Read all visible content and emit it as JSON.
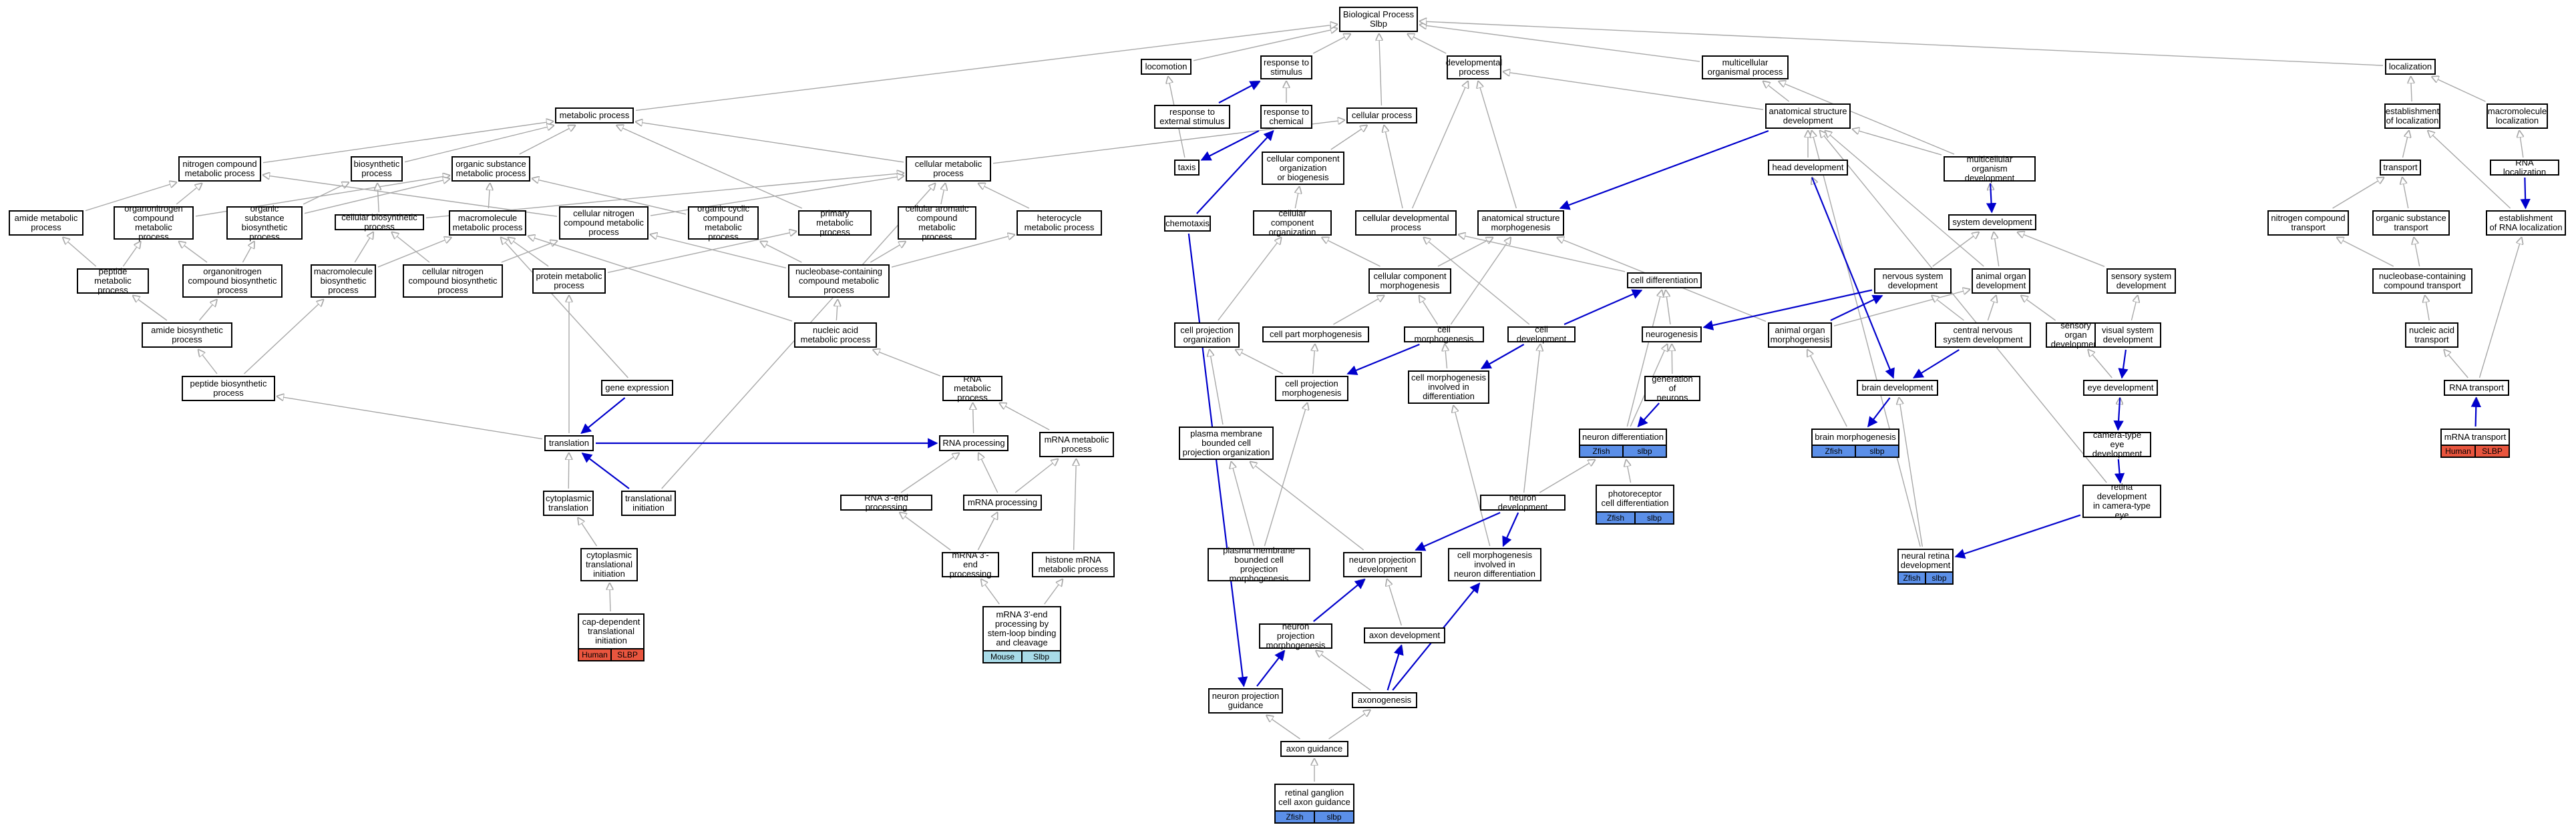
{
  "colors": {
    "edge": "#a8a8a8",
    "edge_highlight": "#0000cc",
    "zfish": "#5b8fe8",
    "human": "#e8553e",
    "mouse": "#a8dbe8"
  },
  "nodes": [
    {
      "id": "bp",
      "label": "Biological Process\nSlbp"
    },
    {
      "id": "locomotion",
      "label": "locomotion"
    },
    {
      "id": "response",
      "label": "response to\nstimulus"
    },
    {
      "id": "devproc",
      "label": "developmental\nprocess"
    },
    {
      "id": "multorg",
      "label": "multicellular\norganismal process"
    },
    {
      "id": "localization",
      "label": "localization"
    },
    {
      "id": "respext",
      "label": "response to\nexternal stimulus"
    },
    {
      "id": "respchem",
      "label": "response to\nchemical"
    },
    {
      "id": "cellproc",
      "label": "cellular process"
    },
    {
      "id": "anatdev",
      "label": "anatomical structure\ndevelopment"
    },
    {
      "id": "estloc",
      "label": "establishment\nof localization"
    },
    {
      "id": "macloc",
      "label": "macromolecule\nlocalization"
    },
    {
      "id": "metproc",
      "label": "metabolic process"
    },
    {
      "id": "nitcomp",
      "label": "nitrogen compound\nmetabolic process"
    },
    {
      "id": "biosyn",
      "label": "biosynthetic\nprocess"
    },
    {
      "id": "orgsub",
      "label": "organic substance\nmetabolic process"
    },
    {
      "id": "cellmet",
      "label": "cellular metabolic\nprocess"
    },
    {
      "id": "taxis",
      "label": "taxis"
    },
    {
      "id": "cellcomporg",
      "label": "cellular component\norganization\nor biogenesis"
    },
    {
      "id": "headdev",
      "label": "head development"
    },
    {
      "id": "multdev",
      "label": "multicellular\norganism development"
    },
    {
      "id": "transport",
      "label": "transport"
    },
    {
      "id": "rnaloc",
      "label": "RNA localization"
    },
    {
      "id": "amidemet",
      "label": "amide metabolic\nprocess"
    },
    {
      "id": "orgnitmet",
      "label": "organonitrogen\ncompound metabolic\nprocess"
    },
    {
      "id": "orgsubbio",
      "label": "organic substance\nbiosynthetic\nprocess"
    },
    {
      "id": "cellbio",
      "label": "cellular biosynthetic\nprocess"
    },
    {
      "id": "macmet",
      "label": "macromolecule\nmetabolic process"
    },
    {
      "id": "cellnit",
      "label": "cellular nitrogen\ncompound metabolic\nprocess"
    },
    {
      "id": "orgcyc",
      "label": "organic cyclic\ncompound metabolic\nprocess"
    },
    {
      "id": "primmet",
      "label": "primary metabolic\nprocess"
    },
    {
      "id": "cellarom",
      "label": "cellular aromatic\ncompound metabolic\nprocess"
    },
    {
      "id": "hetero",
      "label": "heterocycle\nmetabolic process"
    },
    {
      "id": "chemotaxis",
      "label": "chemotaxis"
    },
    {
      "id": "cellcomp",
      "label": "cellular component\norganization"
    },
    {
      "id": "celldevproc",
      "label": "cellular developmental\nprocess"
    },
    {
      "id": "anatmorph",
      "label": "anatomical structure\nmorphogenesis"
    },
    {
      "id": "sysdev",
      "label": "system development"
    },
    {
      "id": "nitcomptr",
      "label": "nitrogen compound\ntransport"
    },
    {
      "id": "orgsubtr",
      "label": "organic substance\ntransport"
    },
    {
      "id": "estrna",
      "label": "establishment\nof RNA localization"
    },
    {
      "id": "pepmet",
      "label": "peptide metabolic\nprocess"
    },
    {
      "id": "orgnitbio",
      "label": "organonitrogen\ncompound biosynthetic\nprocess"
    },
    {
      "id": "macbio",
      "label": "macromolecule\nbiosynthetic\nprocess"
    },
    {
      "id": "cellnitbio",
      "label": "cellular nitrogen\ncompound biosynthetic\nprocess"
    },
    {
      "id": "protmet",
      "label": "protein metabolic\nprocess"
    },
    {
      "id": "nucleo",
      "label": "nucleobase-containing\ncompound metabolic\nprocess"
    },
    {
      "id": "cellcompmorph",
      "label": "cellular component\nmorphogenesis"
    },
    {
      "id": "celldiff",
      "label": "cell differentiation"
    },
    {
      "id": "nsdev",
      "label": "nervous system\ndevelopment"
    },
    {
      "id": "animorgdev",
      "label": "animal organ\ndevelopment"
    },
    {
      "id": "sensdev",
      "label": "sensory system\ndevelopment"
    },
    {
      "id": "nucleotr",
      "label": "nucleobase-containing\ncompound transport"
    },
    {
      "id": "amidebio",
      "label": "amide biosynthetic\nprocess"
    },
    {
      "id": "nucacidmet",
      "label": "nucleic acid\nmetabolic process"
    },
    {
      "id": "cellprojorg",
      "label": "cell projection\norganization"
    },
    {
      "id": "cellpartmorph",
      "label": "cell part morphogenesis"
    },
    {
      "id": "cellmorph",
      "label": "cell morphogenesis"
    },
    {
      "id": "celldev",
      "label": "cell development"
    },
    {
      "id": "neurogenesis",
      "label": "neurogenesis"
    },
    {
      "id": "animorgmorph",
      "label": "animal organ\nmorphogenesis"
    },
    {
      "id": "cnsdev",
      "label": "central nervous\nsystem development"
    },
    {
      "id": "sensorgdev",
      "label": "sensory organ\ndevelopment"
    },
    {
      "id": "visdev",
      "label": "visual system\ndevelopment"
    },
    {
      "id": "nucacidtr",
      "label": "nucleic acid\ntransport"
    },
    {
      "id": "pepbio",
      "label": "peptide biosynthetic\nprocess"
    },
    {
      "id": "geneexp",
      "label": "gene expression"
    },
    {
      "id": "rnamet",
      "label": "RNA metabolic\nprocess"
    },
    {
      "id": "cellprojmorph",
      "label": "cell projection\nmorphogenesis"
    },
    {
      "id": "cellmorphdiff",
      "label": "cell morphogenesis\ninvolved in\ndifferentiation"
    },
    {
      "id": "genneur",
      "label": "generation of\nneurons"
    },
    {
      "id": "braindev",
      "label": "brain development"
    },
    {
      "id": "eyedev",
      "label": "eye development"
    },
    {
      "id": "rnatr",
      "label": "RNA transport"
    },
    {
      "id": "translation",
      "label": "translation"
    },
    {
      "id": "rnaproc",
      "label": "RNA processing"
    },
    {
      "id": "mrnamet",
      "label": "mRNA metabolic\nprocess"
    },
    {
      "id": "plasmorg",
      "label": "plasma membrane\nbounded cell\nprojection organization"
    },
    {
      "id": "neurdiff",
      "label": "neuron differentiation",
      "tags": [
        "Zfish",
        "slbp"
      ]
    },
    {
      "id": "brainmorph",
      "label": "brain morphogenesis",
      "tags": [
        "Zfish",
        "slbp"
      ]
    },
    {
      "id": "camera",
      "label": "camera-type\neye development"
    },
    {
      "id": "mrnatr",
      "label": "mRNA transport",
      "tags": [
        "Human",
        "SLBP"
      ]
    },
    {
      "id": "cyttrans",
      "label": "cytoplasmic\ntranslation"
    },
    {
      "id": "transinit",
      "label": "translational\ninitiation"
    },
    {
      "id": "rna3",
      "label": "RNA 3'-end processing"
    },
    {
      "id": "mrnaproc",
      "label": "mRNA processing"
    },
    {
      "id": "photoreceptor",
      "label": "photoreceptor\ncell differentiation",
      "tags": [
        "Zfish",
        "slbp"
      ]
    },
    {
      "id": "neurondev",
      "label": "neuron development"
    },
    {
      "id": "retinadev",
      "label": "retina development\nin camera-type\neye"
    },
    {
      "id": "cyttransinit",
      "label": "cytoplasmic\ntranslational\ninitiation"
    },
    {
      "id": "mrna3",
      "label": "mRNA 3'-end\nprocessing"
    },
    {
      "id": "histone",
      "label": "histone mRNA\nmetabolic process"
    },
    {
      "id": "plasmmorph",
      "label": "plasma membrane\nbounded cell\nprojection morphogenesis"
    },
    {
      "id": "neurprojdev",
      "label": "neuron projection\ndevelopment"
    },
    {
      "id": "cellmorphneur",
      "label": "cell morphogenesis\ninvolved in\nneuron differentiation"
    },
    {
      "id": "neuralretina",
      "label": "neural retina\ndevelopment",
      "tags": [
        "Zfish",
        "slbp"
      ]
    },
    {
      "id": "capdep",
      "label": "cap-dependent\ntranslational\ninitiation",
      "tags": [
        "Human",
        "SLBP"
      ]
    },
    {
      "id": "mrna3stem",
      "label": "mRNA 3'-end\nprocessing by\nstem-loop binding\nand cleavage",
      "tags": [
        "Mouse",
        "Slbp"
      ]
    },
    {
      "id": "neurprojmorph",
      "label": "neuron projection\nmorphogenesis"
    },
    {
      "id": "axondev",
      "label": "axon development"
    },
    {
      "id": "neurprojguid",
      "label": "neuron projection\nguidance"
    },
    {
      "id": "axonogenesis",
      "label": "axonogenesis"
    },
    {
      "id": "axonguid",
      "label": "axon guidance"
    },
    {
      "id": "retinalgang",
      "label": "retinal ganglion\ncell axon guidance",
      "tags": [
        "Zfish",
        "slbp"
      ]
    }
  ],
  "edges": [
    [
      "locomotion",
      "bp"
    ],
    [
      "response",
      "bp"
    ],
    [
      "devproc",
      "bp"
    ],
    [
      "multorg",
      "bp"
    ],
    [
      "localization",
      "bp"
    ],
    [
      "metproc",
      "bp"
    ],
    [
      "cellproc",
      "bp"
    ],
    [
      "respext",
      "response"
    ],
    [
      "respchem",
      "response"
    ],
    [
      "taxis",
      "locomotion"
    ],
    [
      "anatdev",
      "devproc"
    ],
    [
      "anatdev",
      "multorg"
    ],
    [
      "multdev",
      "multorg"
    ],
    [
      "estloc",
      "localization"
    ],
    [
      "macloc",
      "localization"
    ],
    [
      "transport",
      "estloc"
    ],
    [
      "rnaloc",
      "macloc"
    ],
    [
      "estrna",
      "estloc"
    ],
    [
      "nitcomp",
      "metproc"
    ],
    [
      "biosyn",
      "metproc"
    ],
    [
      "orgsub",
      "metproc"
    ],
    [
      "cellmet",
      "metproc"
    ],
    [
      "cellmet",
      "cellproc"
    ],
    [
      "cellcomporg",
      "cellproc"
    ],
    [
      "celldevproc",
      "cellproc"
    ],
    [
      "cellcomp",
      "cellcomporg"
    ],
    [
      "headdev",
      "anatdev"
    ],
    [
      "multdev",
      "anatdev"
    ],
    [
      "sysdev",
      "multdev"
    ],
    [
      "animorgdev",
      "anatdev"
    ],
    [
      "anatmorph",
      "devproc"
    ],
    [
      "amidemet",
      "nitcomp"
    ],
    [
      "orgnitmet",
      "nitcomp"
    ],
    [
      "orgnitmet",
      "orgsub"
    ],
    [
      "orgsubbio",
      "biosyn"
    ],
    [
      "orgsubbio",
      "orgsub"
    ],
    [
      "cellbio",
      "biosyn"
    ],
    [
      "cellbio",
      "cellmet"
    ],
    [
      "macmet",
      "orgsub"
    ],
    [
      "cellnit",
      "nitcomp"
    ],
    [
      "cellnit",
      "cellmet"
    ],
    [
      "orgcyc",
      "orgsub"
    ],
    [
      "primmet",
      "metproc"
    ],
    [
      "cellarom",
      "cellmet"
    ],
    [
      "hetero",
      "cellmet"
    ],
    [
      "celldevproc",
      "devproc"
    ],
    [
      "cellcompmorph",
      "cellcomp"
    ],
    [
      "cellcompmorph",
      "anatmorph"
    ],
    [
      "nitcomptr",
      "transport"
    ],
    [
      "orgsubtr",
      "transport"
    ],
    [
      "nucleotr",
      "nitcomptr"
    ],
    [
      "nucleotr",
      "orgsubtr"
    ],
    [
      "nucacidtr",
      "nucleotr"
    ],
    [
      "rnatr",
      "nucacidtr"
    ],
    [
      "rnatr",
      "estrna"
    ],
    [
      "pepmet",
      "amidemet"
    ],
    [
      "pepmet",
      "orgnitmet"
    ],
    [
      "orgnitbio",
      "orgnitmet"
    ],
    [
      "orgnitbio",
      "orgsubbio"
    ],
    [
      "macbio",
      "macmet"
    ],
    [
      "macbio",
      "cellbio"
    ],
    [
      "cellnitbio",
      "cellnit"
    ],
    [
      "cellnitbio",
      "cellbio"
    ],
    [
      "protmet",
      "macmet"
    ],
    [
      "protmet",
      "primmet"
    ],
    [
      "nucleo",
      "cellarom"
    ],
    [
      "nucleo",
      "hetero"
    ],
    [
      "nucleo",
      "orgcyc"
    ],
    [
      "nucleo",
      "cellnit"
    ],
    [
      "celldiff",
      "celldevproc"
    ],
    [
      "nsdev",
      "sysdev"
    ],
    [
      "animorgdev",
      "sysdev"
    ],
    [
      "sensdev",
      "sysdev"
    ],
    [
      "amidebio",
      "pepmet"
    ],
    [
      "amidebio",
      "orgnitbio"
    ],
    [
      "nucacidmet",
      "nucleo"
    ],
    [
      "nucacidmet",
      "macmet"
    ],
    [
      "cellprojorg",
      "cellcomp"
    ],
    [
      "cellpartmorph",
      "cellcompmorph"
    ],
    [
      "cellmorph",
      "anatmorph"
    ],
    [
      "cellmorph",
      "cellcompmorph"
    ],
    [
      "celldev",
      "celldevproc"
    ],
    [
      "neurogenesis",
      "celldiff"
    ],
    [
      "animorgmorph",
      "animorgdev"
    ],
    [
      "animorgmorph",
      "anatmorph"
    ],
    [
      "cnsdev",
      "animorgdev"
    ],
    [
      "sensorgdev",
      "animorgdev"
    ],
    [
      "visdev",
      "sensdev"
    ],
    [
      "pepbio",
      "amidebio"
    ],
    [
      "pepbio",
      "macbio"
    ],
    [
      "geneexp",
      "macmet"
    ],
    [
      "rnamet",
      "nucacidmet"
    ],
    [
      "cellprojmorph",
      "cellprojorg"
    ],
    [
      "cellprojmorph",
      "cellpartmorph"
    ],
    [
      "cellmorphdiff",
      "cellmorph"
    ],
    [
      "genneur",
      "neurogenesis"
    ],
    [
      "eyedev",
      "sensorgdev"
    ],
    [
      "translation",
      "pepbio"
    ],
    [
      "translation",
      "protmet"
    ],
    [
      "rnaproc",
      "rnamet"
    ],
    [
      "mrnamet",
      "rnamet"
    ],
    [
      "plasmorg",
      "cellprojorg"
    ],
    [
      "neurdiff",
      "celldiff"
    ],
    [
      "brainmorph",
      "animorgmorph"
    ],
    [
      "camera",
      "eyedev"
    ],
    [
      "mrnatr",
      "rnatr"
    ],
    [
      "cyttrans",
      "translation"
    ],
    [
      "transinit",
      "cellmet"
    ],
    [
      "rna3",
      "rnaproc"
    ],
    [
      "mrnaproc",
      "rnaproc"
    ],
    [
      "mrnaproc",
      "mrnamet"
    ],
    [
      "photoreceptor",
      "neurdiff"
    ],
    [
      "neurondev",
      "celldev"
    ],
    [
      "retinadev",
      "anatdev"
    ],
    [
      "cyttransinit",
      "cyttrans"
    ],
    [
      "mrna3",
      "mrnaproc"
    ],
    [
      "mrna3",
      "rna3"
    ],
    [
      "histone",
      "mrnamet"
    ],
    [
      "plasmmorph",
      "plasmorg"
    ],
    [
      "plasmmorph",
      "cellprojmorph"
    ],
    [
      "neurprojdev",
      "plasmorg"
    ],
    [
      "cellmorphneur",
      "cellmorphdiff"
    ],
    [
      "neuralretina",
      "anatdev"
    ],
    [
      "capdep",
      "cyttransinit"
    ],
    [
      "mrna3stem",
      "mrna3"
    ],
    [
      "mrna3stem",
      "histone"
    ],
    [
      "neurprojmorph",
      "neurprojdev"
    ],
    [
      "axondev",
      "neurprojdev"
    ],
    [
      "neurprojguid",
      "neurprojmorph"
    ],
    [
      "axonogenesis",
      "axondev"
    ],
    [
      "axonogenesis",
      "neurprojmorph"
    ],
    [
      "axonguid",
      "neurprojguid"
    ],
    [
      "axonguid",
      "axonogenesis"
    ],
    [
      "retinalgang",
      "axonguid"
    ],
    [
      "neurdiff",
      "neurogenesis"
    ],
    [
      "neurondev",
      "neurdiff"
    ],
    [
      "neuralretina",
      "braindev"
    ],
    [
      "braindev",
      "headdev"
    ],
    [
      "cnsdev",
      "nsdev"
    ]
  ],
  "highlight_edges": [
    [
      "respext",
      "response"
    ],
    [
      "respchem",
      "taxis"
    ],
    [
      "chemotaxis",
      "respchem"
    ],
    [
      "geneexp",
      "translation"
    ],
    [
      "translation",
      "rnaproc"
    ],
    [
      "transinit",
      "translation"
    ],
    [
      "anatdev",
      "anatmorph"
    ],
    [
      "multdev",
      "sysdev"
    ],
    [
      "rnaloc",
      "estrna"
    ],
    [
      "headdev",
      "braindev"
    ],
    [
      "nsdev",
      "neurogenesis"
    ],
    [
      "cellmorph",
      "cellprojmorph"
    ],
    [
      "celldev",
      "celldiff"
    ],
    [
      "celldev",
      "cellmorphdiff"
    ],
    [
      "animorgmorph",
      "nsdev"
    ],
    [
      "cnsdev",
      "braindev"
    ],
    [
      "visdev",
      "eyedev"
    ],
    [
      "genneur",
      "neurdiff"
    ],
    [
      "braindev",
      "brainmorph"
    ],
    [
      "camera",
      "retinadev"
    ],
    [
      "mrnatr",
      "rnatr"
    ],
    [
      "neurondev",
      "neurprojdev"
    ],
    [
      "neurondev",
      "cellmorphneur"
    ],
    [
      "neurprojmorph",
      "neurprojdev"
    ],
    [
      "retinadev",
      "neuralretina"
    ],
    [
      "neurprojguid",
      "neurprojmorph"
    ],
    [
      "axonogenesis",
      "axondev"
    ],
    [
      "axonogenesis",
      "cellmorphneur"
    ],
    [
      "chemotaxis",
      "neurprojguid"
    ],
    [
      "eyedev",
      "camera"
    ]
  ]
}
